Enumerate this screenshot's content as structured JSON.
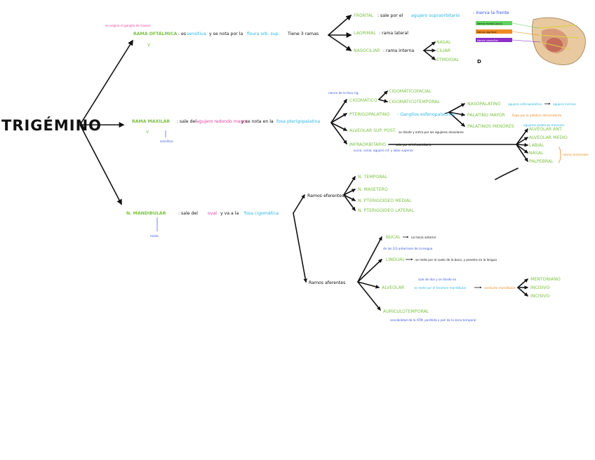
{
  "title": "TRIGÉMINO",
  "colors": {
    "green": "#7cc241",
    "black": "#111111",
    "pink": "#e83e9f",
    "cyan": "#29b6e6",
    "blue": "#3a55e0",
    "orange": "#f08a24",
    "purple": "#8b2fc9"
  },
  "oftalmica": {
    "name": "RAMA OFTÁLMICA",
    "sep1": ": es",
    "word1": "sensitiva",
    "sep2": "y se nota por la",
    "word2": "fisura orb. sup.",
    "tail": "Tiene 3 ramas",
    "sign": "V",
    "note": "se origina el ganglio de Gasser",
    "branches": {
      "frontal": "FRONTAL",
      "frontal_desc1": ": sale por el",
      "frontal_desc2": "agujero supraorbitario",
      "frontal_note": "- Inerva la frente",
      "lagrimal": "LAGRIMAL",
      "lagrimal_desc": ": rama lateral",
      "nasociliar": "NASOCILIAR",
      "nasociliar_desc": ": rama interna",
      "nasal": "NASAL",
      "ciliar": "CILIAR",
      "etmoidal": "ETMOIDAL"
    },
    "image_labels": [
      "Nervio frontal (azul)",
      "Nervio lagrimal",
      "Nervio nasociliar"
    ],
    "image_caption": "D"
  },
  "maxilar": {
    "name": "RAMA MAXILAR",
    "sep1": ": sale del",
    "word1": "agujero redondo mayor",
    "sep2": "y se nota en la",
    "word2": "fosa pterigopalatina",
    "sign": "V",
    "sign_note": "sensitivo",
    "note": "nervio de la fosa cig.",
    "cigomatico": "CIGOMÁTICO",
    "cigomaticofacial": "CIGOMÁTICOFACIAL",
    "cigomaticotemporal": "CIGOMÁTICOTEMPORAL",
    "pterigopalatino": "PTERIGOPALATINO",
    "pterigo_desc": "- Ganglios esfenopalatinos",
    "nasopalatino": "NASOPALATINO",
    "nasopalatino_desc1": "agujero esfenopalatino",
    "nasopalatino_desc2": "agujero incisivo",
    "palatino_mayor": "PALATINO MAYOR",
    "palatino_mayor_desc": "llega por la palatina descendente",
    "palatinos_menores": "PALATINOS MENORES",
    "palatinos_menores_desc": "agujeros palatinos menores",
    "alveolar": "ALVEOLAR SUP. POST.",
    "alveolar_desc": "se divide y entra por los agujeros alveolares",
    "infraorbitario": "INFRAORBITARIO",
    "infraorbitario_desc": "sale por el infraorbitario",
    "infraorbitario_note": "surco, canal, agujero inf. y labio superior",
    "sub_alveolar_ant": "ALVEOLAR ANT.",
    "sub_alveolar_medio": "ALVEOLAR MEDIO",
    "sub_labial": "LABIAL",
    "sub_nasal": "NASAL",
    "sub_palpebral": "PALPEBRAL",
    "ramos_terminales": "ramos terminales"
  },
  "mandibular": {
    "name": "N. MANDIBULAR",
    "sep1": ": sale del",
    "word1": "oval",
    "sep2": "y va a la",
    "word2": "fosa cigomática",
    "sign_note": "mixto",
    "eferentes": "Ramos eferentes",
    "temporal": "N. TEMPORAL",
    "maseterino": "N. MASETERO",
    "pterigoideo_medial": "N. PTERIGOIDEO MEDIAL",
    "pterigoideo_lateral": "N. PTERIGOIDEO LATERAL",
    "aferentes": "Ramos aferentes",
    "bucal": "BUCAL",
    "bucal_desc": "va hacia anterior",
    "lingual": "LINGUAL",
    "lingual_desc": "se mete por el suelo de la boca, y penetra en la lengua",
    "lingual_note": "de los 2/3 anteriores de la lengua",
    "alveolar_inf": "ALVEOLAR",
    "alveolar_desc1": "se mete por el foramen mandibular",
    "alveolar_desc2": "conducto mandibular",
    "alveolar_note": "sale de dos y se divide en",
    "mentoniano": "MENTONIANO",
    "incisivo_a": "INCISIVO",
    "incisivo_b": "INCISIVO",
    "auriculotemporal": "AURICULOTEMPORAL",
    "auriculo_note": "sensibilidad de la ATM, parótida y piel de la zona temporal"
  }
}
